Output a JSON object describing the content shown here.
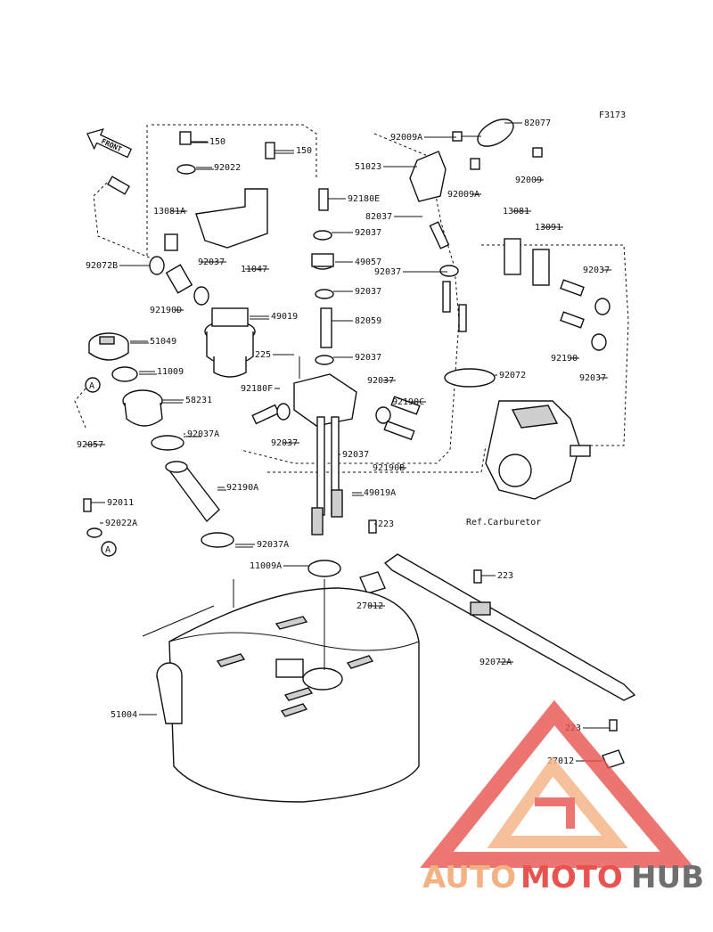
{
  "diagram": {
    "figure_code": "F3173",
    "front_label": "FRONT",
    "ref_label": "Ref.Carburetor",
    "callout_letter": "A",
    "parts": [
      "82077",
      "92009A",
      "51023",
      "92009A",
      "92009",
      "150",
      "150",
      "92022",
      "92180E",
      "13081A",
      "11047",
      "92037",
      "49057",
      "92072B",
      "92037",
      "92190D",
      "92037",
      "49019",
      "82059",
      "51049",
      "11009",
      "225",
      "92037",
      "92180F",
      "58231",
      "92037",
      "92037",
      "92057",
      "92037A",
      "92190A",
      "92037",
      "92190C",
      "92190B",
      "49019A",
      "82037",
      "13081",
      "13091",
      "92037",
      "92037",
      "92190",
      "92037",
      "92072",
      "92011",
      "92022A",
      "92037A",
      "223",
      "11009A",
      "27012",
      "223",
      "92072A",
      "51004",
      "223",
      "27012"
    ]
  },
  "watermark": {
    "part1": "AUTO",
    "part2": "MOTO",
    "part3": "HUB",
    "color_light": "#f4b183",
    "color_red": "#e8534f",
    "color_gray": "#6f6f6f"
  }
}
